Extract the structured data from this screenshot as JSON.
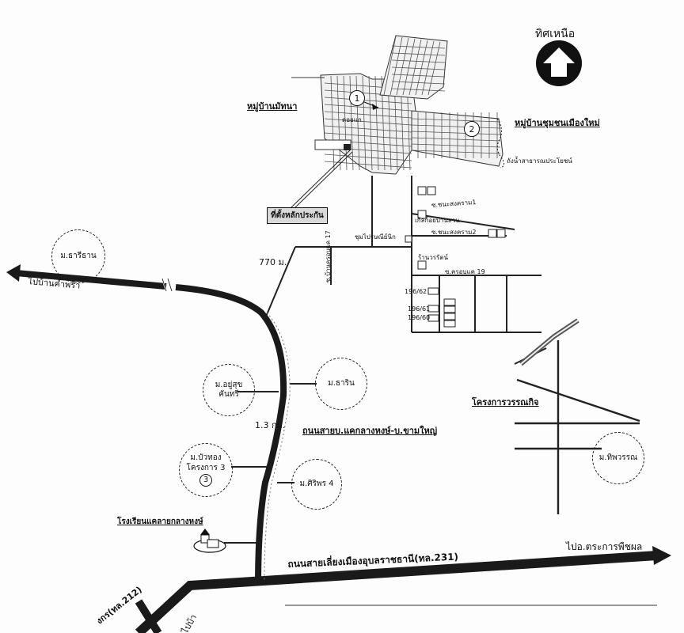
{
  "compass": {
    "label": "ทิศเหนือ",
    "icon": "north-arrow-icon"
  },
  "villages": {
    "mutana": "หมู่บ้านมัทนา",
    "chumchon_muang_mai": "หมู่บ้านชุมชนเมืองใหม่"
  },
  "landmarks": {
    "boundary_post": "ที่ตั้งหลักประกัน",
    "public_water": "ถังน้ำสาธารณประโยชน์",
    "kiosk": "เก้ลก้อยบ้านสวน",
    "shop": "ร้านวรรัตน์",
    "post_office": "ชุมไปรษณีย์นิก",
    "school": "โรงเรียนแคลายกลางหงษ์",
    "project": "โครงการวรรณกิจ"
  },
  "zones": {
    "tharithan": "ม.ธารีธาน",
    "uyusuk": [
      "ม.อยู่สุข",
      "คันทรี"
    ],
    "tharin": "ม.ธาริน",
    "buatong": [
      "ม.บัวทอง",
      "โครงการ 3"
    ],
    "siriporn": "ม.ศิริพร 4",
    "thipwan": "ม.ทิพวรรณ"
  },
  "badges": [
    "1",
    "2",
    "3"
  ],
  "roads": {
    "to_ban_kham": "ไปบ้านคำพร้า",
    "main_south": "ถนนสายเลี่ยงเมืองอุบลราชธานี(ทล.231)",
    "to_trakan": "ไปอ.ตระการพืชผล",
    "ban_soi": "ถนนสายบ.แคกลางหงษ์-บ.ขามใหญ่",
    "route_212": "งกร(ทล.212)",
    "to_ban": "ไปบ้า",
    "soi_17": "ซ.บ้านครอบแค 17",
    "soi_19": "ซ.ครอบแค 19",
    "soi_chana1": "ซ.ชนะสงคราม1",
    "soi_chana2": "ซ.ชนะสงคราม2",
    "small": "ดอยแก"
  },
  "distances": {
    "d1": "770 ม.",
    "d2": "1.3 กม."
  },
  "house_numbers": [
    "196/62",
    "196/61",
    "196/60"
  ]
}
